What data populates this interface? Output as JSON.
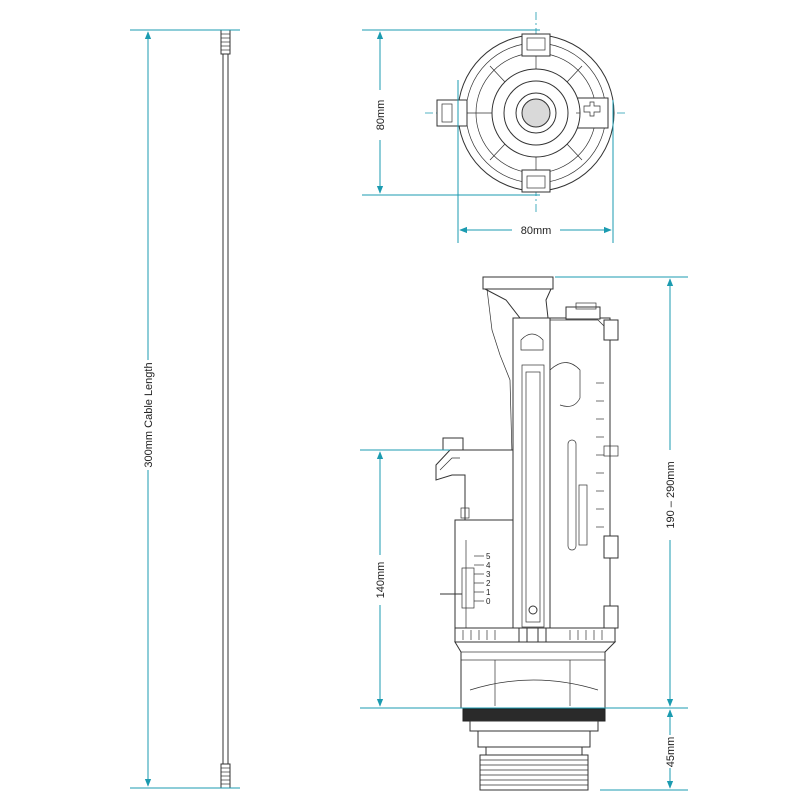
{
  "dimensions": {
    "cable_length": "300mm Cable Length",
    "top_height": "80mm",
    "top_width": "80mm",
    "height_range": "190 – 290mm",
    "flush_height": "140mm",
    "thread_height": "45mm"
  },
  "scale_marks": [
    "5",
    "4",
    "3",
    "2",
    "1",
    "0"
  ],
  "colors": {
    "dimension": "#1b9bb0",
    "outline": "#333333"
  }
}
